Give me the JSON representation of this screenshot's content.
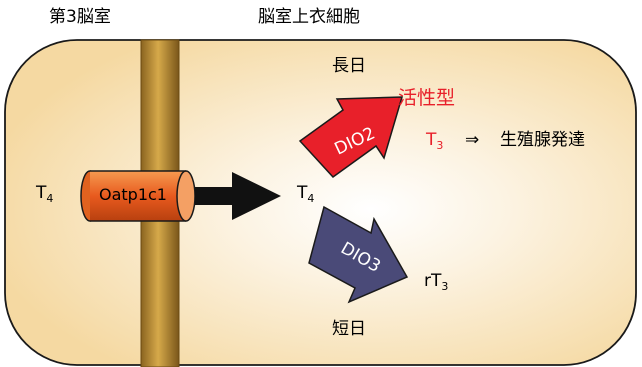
{
  "labels": {
    "ventricle": "第3脳室",
    "tanycyte": "脳室上衣細胞",
    "long_day": "長日",
    "short_day": "短日",
    "active_form": "活性型",
    "arrow_symbol": "⇒",
    "gonad": "生殖腺発達"
  },
  "hormones": {
    "t4_left": {
      "base": "T",
      "sub": "4"
    },
    "t4_right": {
      "base": "T",
      "sub": "4"
    },
    "t3": {
      "base": "T",
      "sub": "3"
    },
    "rt3": {
      "base": "rT",
      "sub": "3"
    }
  },
  "transporter": {
    "label": "Oatp1c1"
  },
  "enzymes": {
    "dio2": {
      "label": "DIO2"
    },
    "dio3": {
      "label": "DIO3"
    }
  },
  "colors": {
    "cell_fill": "#f5dba8",
    "cell_stroke": "#1a1a1a",
    "wall": "#b8892e",
    "transporter": "#ec6a2a",
    "dio2": "#e8202a",
    "dio3": "#4a4a78",
    "accent_red": "#e8202a"
  }
}
